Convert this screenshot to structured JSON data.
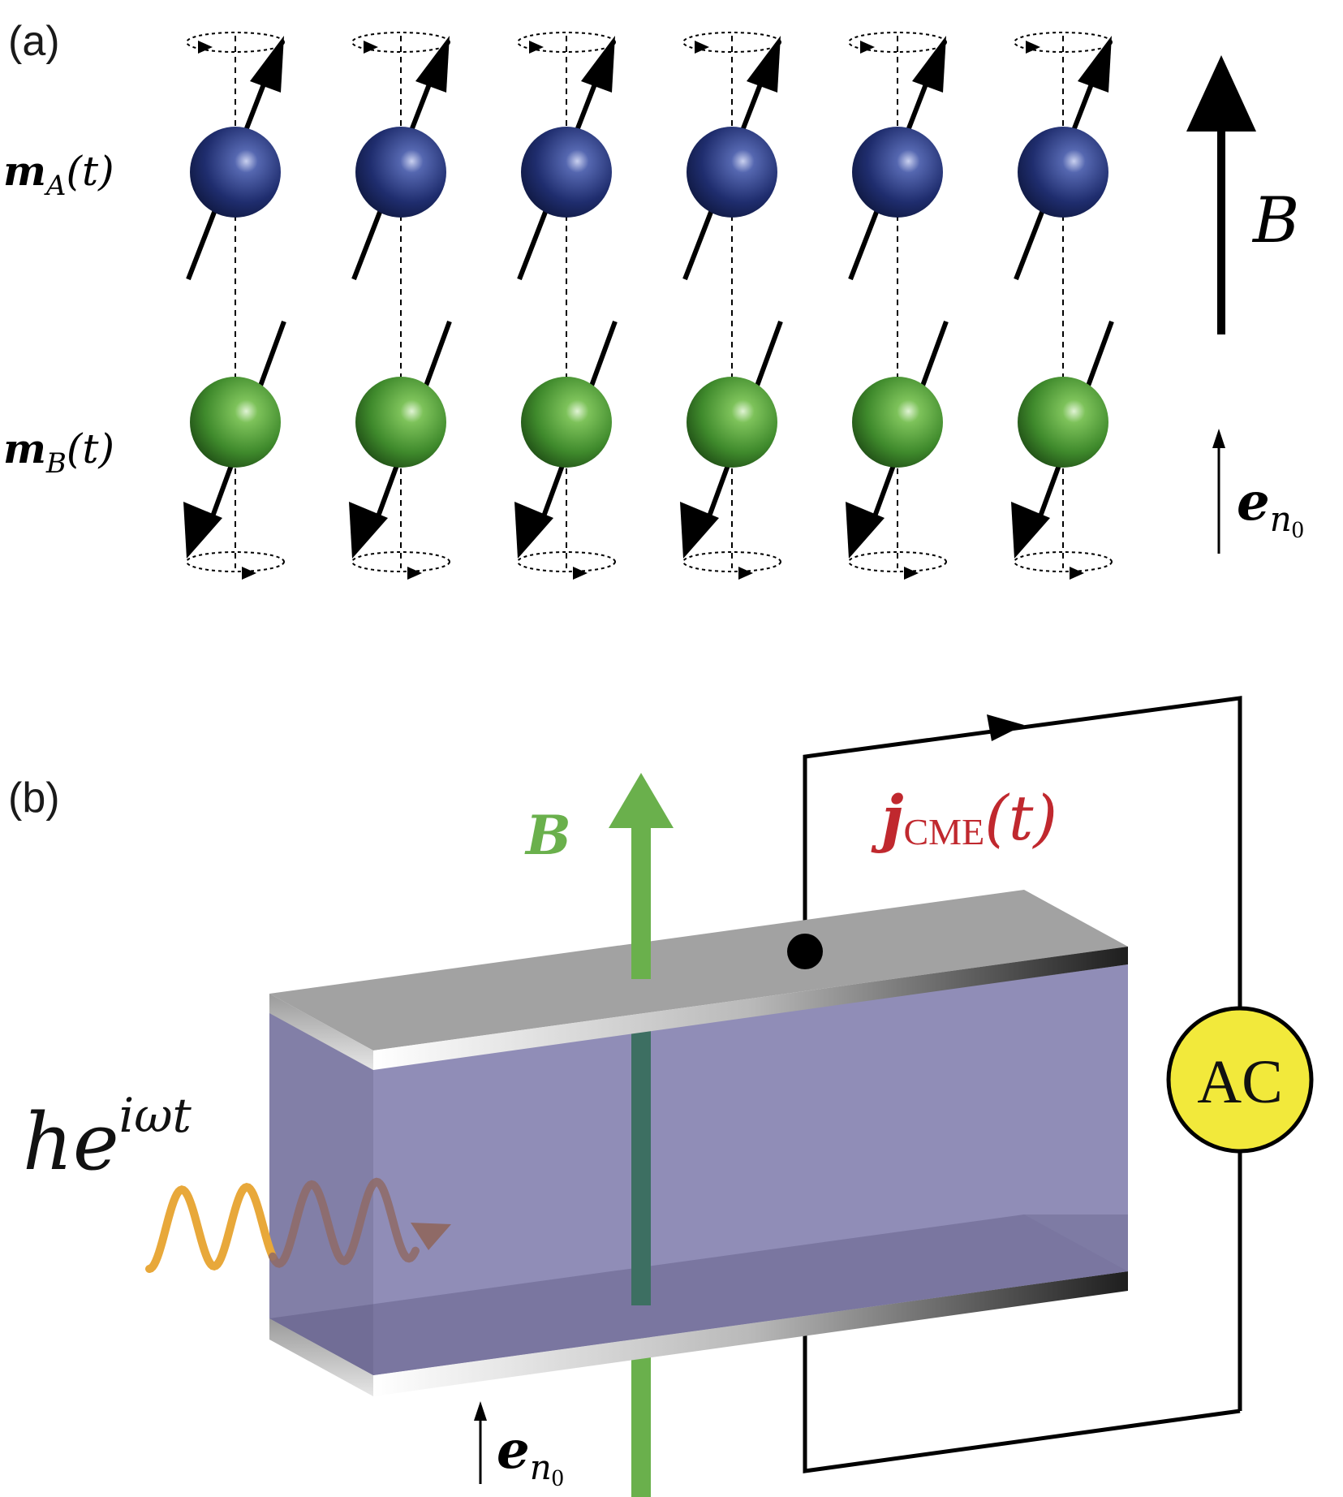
{
  "panel_a": {
    "label": "(a)",
    "row_a_label": {
      "sym": "m",
      "sub": "A",
      "arg": "(t)"
    },
    "row_b_label": {
      "sym": "m",
      "sub": "B",
      "arg": "(t)"
    },
    "field_label": "B",
    "axis_label": {
      "sym": "e",
      "sub": "n",
      "subsub": "0"
    },
    "site_count": 6
  },
  "panel_b": {
    "label": "(b)",
    "field_label": "B",
    "wave_label": {
      "base": "he",
      "exp": "iωt"
    },
    "current_label": {
      "sym": "j",
      "sub": "CME",
      "arg": "(t)"
    },
    "source_label": "AC",
    "axis_label": {
      "sym": "e",
      "sub": "n",
      "subsub": "0"
    }
  },
  "colors": {
    "sublattice_a": "#1f2d6e",
    "sublattice_b": "#3f8a2c",
    "field_b_panel": "#6ab04c",
    "current": "#c0282e",
    "ac_source": "#f2e93b",
    "sample": "#8a87b3",
    "wave": "#e8a83a"
  }
}
